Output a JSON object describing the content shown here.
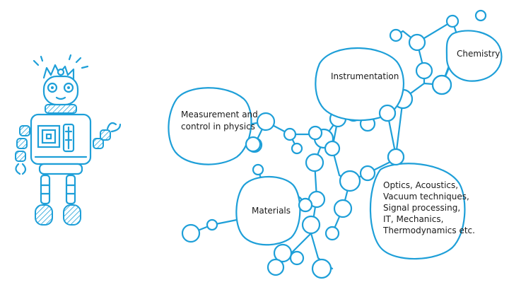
{
  "diagram": {
    "nodes": {
      "measurement": [
        "Measurement and",
        "control in physics"
      ],
      "instrumentation": "Instrumentation",
      "chemistry": "Chemistry",
      "materials": "Materials",
      "other": [
        "Optics, Acoustics,",
        "Vacuum techniques,",
        "Signal processing,",
        "IT, Mechanics,",
        "Thermodynamics etc."
      ]
    }
  },
  "colors": {
    "line": "#1e9fd8",
    "text": "#1a1a1a"
  },
  "icons": {
    "robot": "robot-illustration",
    "molecule": "molecule-model-illustration"
  }
}
